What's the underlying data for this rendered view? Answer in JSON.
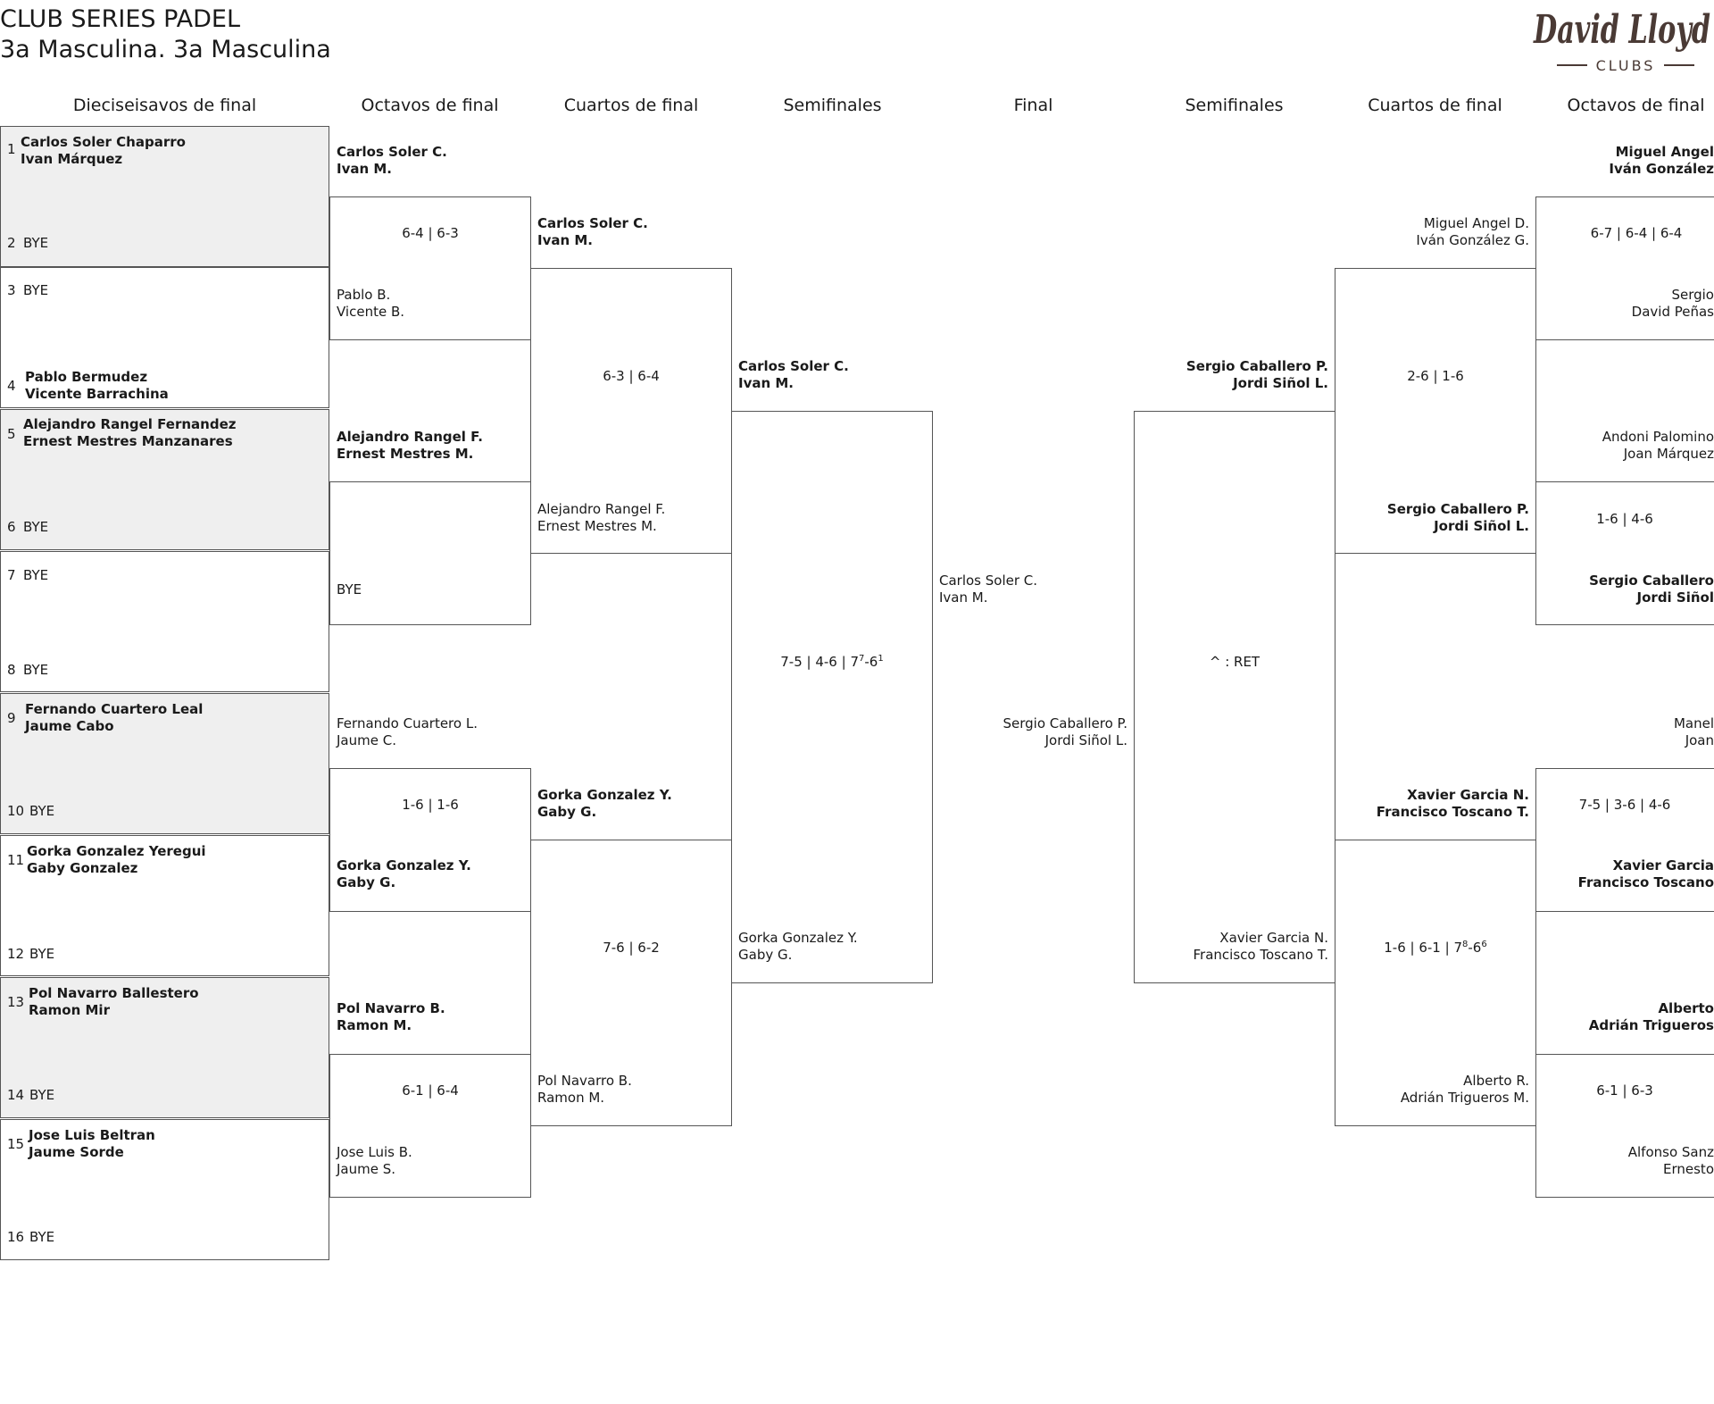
{
  "header": {
    "title_line1": "CLUB SERIES PADEL",
    "title_line2": "3a Masculina. 3a Masculina",
    "logo_text": "David Lloyd",
    "logo_sub": "CLUBS"
  },
  "columns": [
    "Dieciseisavos de final",
    "Octavos de final",
    "Cuartos de final",
    "Semifinales",
    "Final",
    "Semifinales",
    "Cuartos de final",
    "Octavos de final"
  ],
  "round32": [
    {
      "seed": "1",
      "p1": "Carlos Soler Chaparro",
      "p2": "Ivan Márquez"
    },
    {
      "seed": "2",
      "bye": "BYE"
    },
    {
      "seed": "3",
      "bye": "BYE"
    },
    {
      "seed": "4",
      "p1": "Pablo Bermudez",
      "p2": "Vicente Barrachina"
    },
    {
      "seed": "5",
      "p1": "Alejandro Rangel Fernandez",
      "p2": "Ernest Mestres Manzanares"
    },
    {
      "seed": "6",
      "bye": "BYE"
    },
    {
      "seed": "7",
      "bye": "BYE"
    },
    {
      "seed": "8",
      "bye": "BYE"
    },
    {
      "seed": "9",
      "p1": "Fernando Cuartero Leal",
      "p2": "Jaume Cabo"
    },
    {
      "seed": "10",
      "bye": "BYE"
    },
    {
      "seed": "11",
      "p1": "Gorka Gonzalez Yeregui",
      "p2": "Gaby Gonzalez"
    },
    {
      "seed": "12",
      "bye": "BYE"
    },
    {
      "seed": "13",
      "p1": "Pol Navarro Ballestero",
      "p2": "Ramon Mir"
    },
    {
      "seed": "14",
      "bye": "BYE"
    },
    {
      "seed": "15",
      "p1": "Jose Luis Beltran",
      "p2": "Jaume Sorde"
    },
    {
      "seed": "16",
      "bye": "BYE"
    }
  ],
  "left_r16": [
    {
      "top": {
        "p1": "Carlos Soler C.",
        "p2": "Ivan M.",
        "win": true
      },
      "score": "6-4 | 6-3",
      "bottom": {
        "p1": "Pablo B.",
        "p2": "Vicente B."
      }
    },
    {
      "top": {
        "p1": "Alejandro Rangel F.",
        "p2": "Ernest Mestres M.",
        "win": true
      },
      "score": "",
      "bottom": {
        "p1": "BYE",
        "p2": ""
      }
    },
    {
      "top": {
        "p1": "Fernando Cuartero L.",
        "p2": "Jaume C."
      },
      "score": "1-6 | 1-6",
      "bottom": {
        "p1": "Gorka Gonzalez Y.",
        "p2": "Gaby G.",
        "win": true
      }
    },
    {
      "top": {
        "p1": "Pol Navarro B.",
        "p2": "Ramon M.",
        "win": true
      },
      "score": "6-1 | 6-4",
      "bottom": {
        "p1": "Jose Luis B.",
        "p2": "Jaume S."
      }
    }
  ],
  "left_qf": [
    {
      "top": {
        "p1": "Carlos Soler C.",
        "p2": "Ivan M.",
        "win": true
      },
      "score": "6-3 | 6-4",
      "bottom": {
        "p1": "Alejandro Rangel F.",
        "p2": "Ernest Mestres M."
      }
    },
    {
      "top": {
        "p1": "Gorka Gonzalez Y.",
        "p2": "Gaby G.",
        "win": true
      },
      "score": "7-6 | 6-2",
      "bottom": {
        "p1": "Pol Navarro B.",
        "p2": "Ramon M."
      }
    }
  ],
  "left_sf": {
    "top": {
      "p1": "Carlos Soler C.",
      "p2": "Ivan M.",
      "win": true
    },
    "score_base": "7-5 | 4-6 | 7",
    "score_sup1": "7",
    "score_mid": "-6",
    "score_sup2": "1",
    "bottom": {
      "p1": "Gorka Gonzalez Y.",
      "p2": "Gaby G."
    }
  },
  "final": {
    "top": {
      "p1": "Carlos Soler C.",
      "p2": "Ivan M."
    },
    "bottom": {
      "p1": "Sergio Caballero P.",
      "p2": "Jordi Siñol L."
    }
  },
  "right_sf": {
    "top": {
      "p1": "Sergio Caballero P.",
      "p2": "Jordi Siñol L.",
      "win": true
    },
    "score": "^ : RET",
    "bottom": {
      "p1": "Xavier Garcia N.",
      "p2": "Francisco Toscano T."
    }
  },
  "right_qf": [
    {
      "top": {
        "p1": "Miguel Angel D.",
        "p2": "Iván González G."
      },
      "score": "2-6 | 1-6",
      "bottom": {
        "p1": "Sergio Caballero P.",
        "p2": "Jordi Siñol L.",
        "win": true
      }
    },
    {
      "top": {
        "p1": "Xavier Garcia N.",
        "p2": "Francisco Toscano T.",
        "win": true
      },
      "score_base": "1-6 | 6-1 | 7",
      "score_sup1": "8",
      "score_mid": "-6",
      "score_sup2": "6",
      "bottom": {
        "p1": "Alberto R.",
        "p2": "Adrián Trigueros M."
      }
    }
  ],
  "right_r16": [
    {
      "top": {
        "p1": "Miguel Angel",
        "p2": "Iván González",
        "win": true
      },
      "score": "6-7 | 6-4 | 6-4",
      "bottom": {
        "p1": "Sergio",
        "p2": "David Peñas"
      }
    },
    {
      "top": {
        "p1": "Andoni Palomino",
        "p2": "Joan Márquez"
      },
      "score": "1-6 | 4-6",
      "bottom": {
        "p1": "Sergio Caballero",
        "p2": "Jordi Siñol",
        "win": true
      }
    },
    {
      "top": {
        "p1": "Manel",
        "p2": "Joan"
      },
      "score": "7-5 | 3-6 | 4-6",
      "bottom": {
        "p1": "Xavier Garcia",
        "p2": "Francisco Toscano",
        "win": true
      }
    },
    {
      "top": {
        "p1": "Alberto",
        "p2": "Adrián Trigueros",
        "win": true
      },
      "score": "6-1 | 6-3",
      "bottom": {
        "p1": "Alfonso Sanz",
        "p2": "Ernesto"
      }
    }
  ]
}
